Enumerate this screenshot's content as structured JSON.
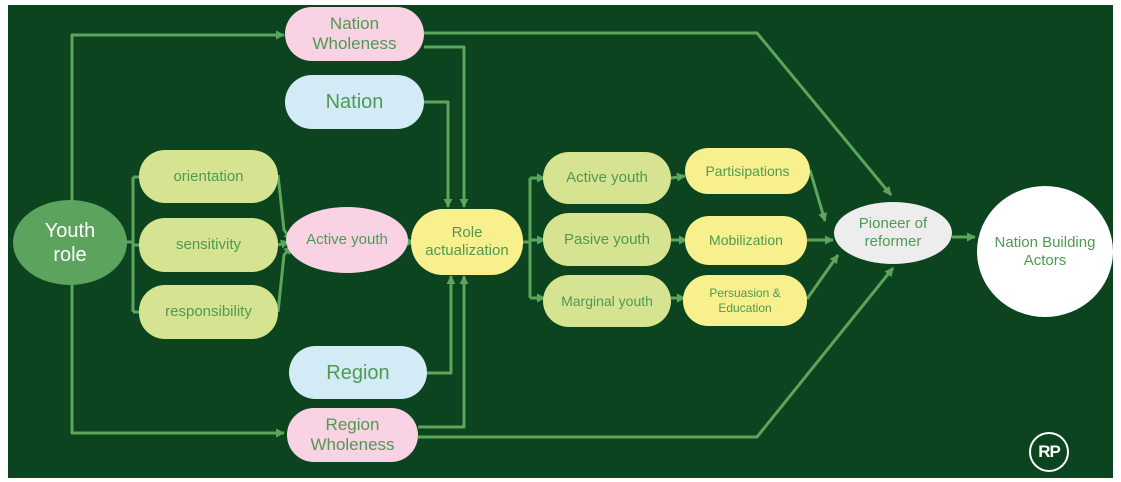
{
  "colors": {
    "background": "#0d4420",
    "connector": "#5aa65c",
    "pink": "#f9d3e3",
    "blue": "#d3ebf6",
    "lime": "#d6e390",
    "yellow": "#f7f08c",
    "green": "#5ca35e",
    "grey": "#ededed",
    "text": "#4e9a52"
  },
  "nodes": {
    "youth_role": "Youth\nrole",
    "nation_wholeness": "Nation\nWholeness",
    "nation": "Nation",
    "orientation": "orientation",
    "sensitivity": "sensitivity",
    "responsibility": "responsibility",
    "active_youth_center": "Active youth",
    "role_actualization": "Role\nactualization",
    "region": "Region",
    "region_wholeness": "Region\nWholeness",
    "active_youth": "Active youth",
    "pasive_youth": "Pasive youth",
    "marginal_youth": "Marginal youth",
    "partisipations": "Partisipations",
    "mobilization": "Mobilization",
    "persuasion_education": "Persuasion &\nEducation",
    "pioneer_of_reformer": "Pioneer of\nreformer",
    "nation_building_actors": "Nation Building\nActors"
  },
  "logo": "RP"
}
